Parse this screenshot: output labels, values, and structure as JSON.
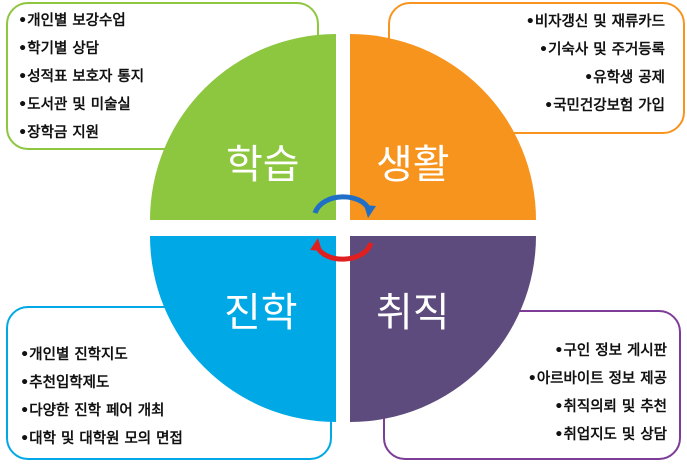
{
  "quadrants": {
    "learning": {
      "title": "학습",
      "color": "#8dc63f",
      "items": [
        "•개인별 보강수업",
        "•학기별 상담",
        "•성적표 보호자 통지",
        "•도서관 및 미술실",
        "•장학금 지원"
      ]
    },
    "living": {
      "title": "생활",
      "color": "#f7941d",
      "items": [
        "•비자갱신 및 재류카드",
        "•기숙사 및 주거등록",
        "•유학생 공제",
        "•국민건강보험 가입"
      ]
    },
    "advancement": {
      "title": "진학",
      "color": "#00a9e6",
      "items": [
        "•개인별 진학지도",
        "•추천입학제도",
        "•다양한 진학 페어 개최",
        "•대학 및 대학원 모의 면접"
      ]
    },
    "employment": {
      "title": "취직",
      "color": "#5e4b7d",
      "items": [
        "•구인 정보 게시판",
        "•아르바이트 정보 제공",
        "•취직의뢰 및 추천",
        "•취업지도 및 상담"
      ]
    }
  },
  "cycle_arrows": {
    "top_color": "#1f6fc6",
    "bottom_color": "#e02020"
  }
}
